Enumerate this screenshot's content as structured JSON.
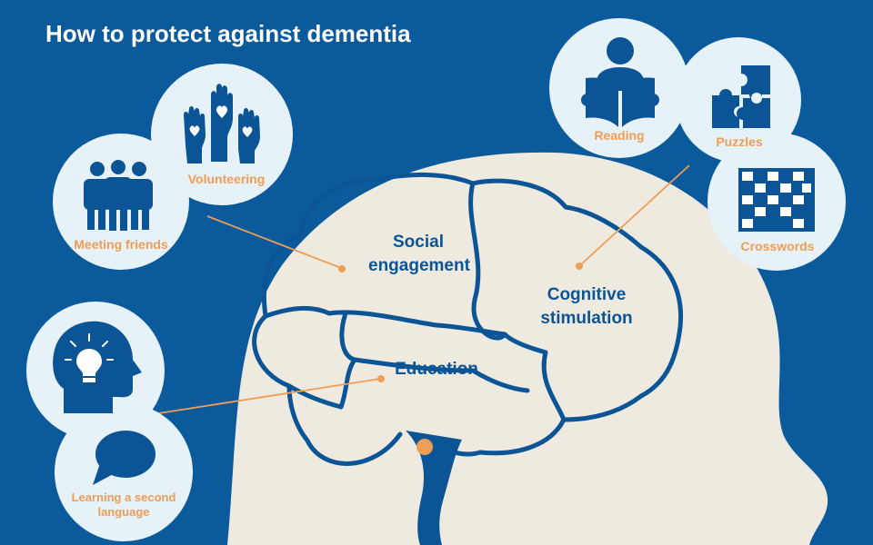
{
  "title": "How to protect against dementia",
  "regions": {
    "social": "Social\nengagement",
    "cognitive": "Cognitive\nstimulation",
    "education": "Education"
  },
  "activities": {
    "volunteering": "Volunteering",
    "meeting_friends": "Meeting friends",
    "reading": "Reading",
    "puzzles": "Puzzles",
    "crosswords": "Crosswords",
    "second_language": "Learning a second\nlanguage"
  },
  "colors": {
    "background": "#0a5a9c",
    "head": "#efeadf",
    "circle": "#e7f1f8",
    "outline": "#0b5596",
    "accent": "#ee9e55",
    "title": "#ffffff"
  },
  "icons": {
    "volunteering": "raised-hands-hearts-icon",
    "meeting_friends": "three-people-icon",
    "reading": "person-reading-book-icon",
    "puzzles": "puzzle-pieces-icon",
    "crosswords": "crossword-grid-icon",
    "head_lightbulb": "head-lightbulb-icon",
    "speech_bubble": "speech-bubble-icon"
  }
}
